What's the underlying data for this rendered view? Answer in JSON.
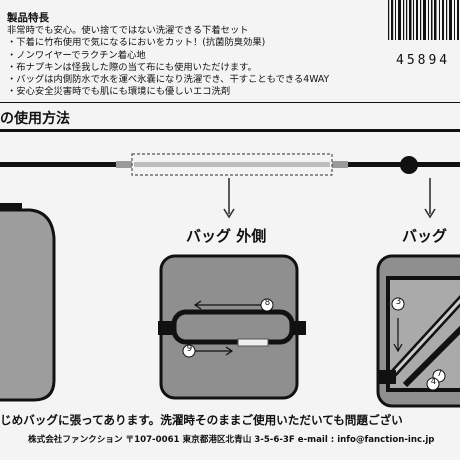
{
  "features": {
    "title": "製品特長",
    "lines": [
      "非常時でも安心。使い捨てではない洗濯できる下着セット",
      "・下着に竹布使用で気になるにおいをカット！(抗菌防臭効果)",
      "・ノンワイヤーでラクチン着心地",
      "・布ナプキンは怪我した際の当て布にも使用いただけます。",
      "・バッグは内側防水で水を運べ氷嚢になり洗濯でき、干すこともできる4WAY",
      "・安心安全災害時でも肌にも環境にも優しいエコ洗剤"
    ]
  },
  "barcode": {
    "number": "45894"
  },
  "usage": {
    "heading": "の使用方法"
  },
  "diagram": {
    "label_outer": "バッグ 外側",
    "label_inner": "バッグ",
    "step_numbers": [
      "8",
      "9",
      "3",
      "7",
      "4"
    ]
  },
  "footer": {
    "note": "じめバッグに張ってあります。洗濯時そのままご使用いただいても問題ござい",
    "company": "株式会社ファンクション 〒107-0061 東京都港区北青山 3-5-6-3F e-mail : info@fanction-inc.jp"
  }
}
